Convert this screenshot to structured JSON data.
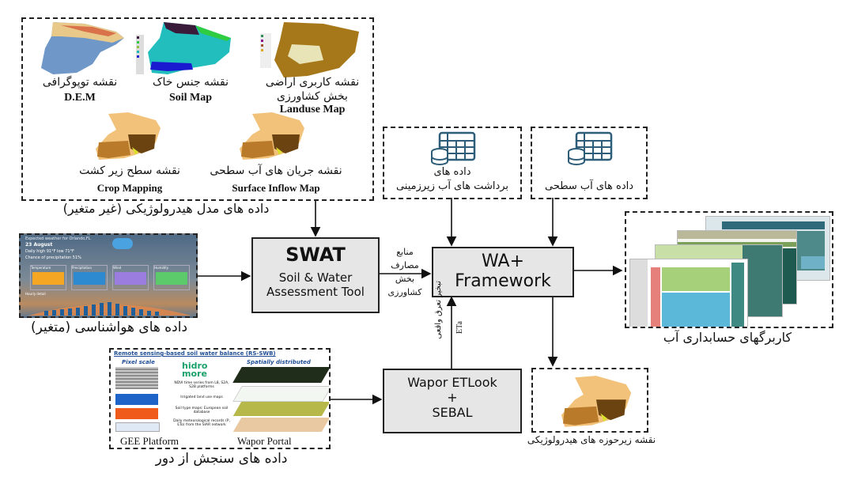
{
  "hydro_inputs": {
    "group_label": "داده های مدل هیدرولوژیکی (غیر متغیر)",
    "maps": [
      {
        "fa": "نقشه توپوگرافی",
        "en": "D.E.M"
      },
      {
        "fa": "نقشه جنس خاک",
        "en": "Soil Map"
      },
      {
        "fa": "نقشه کاربری اراضی",
        "fa2": "بخش کشاورزی",
        "en": "Landuse Map"
      },
      {
        "fa": "نقشه سطح زیر کشت",
        "en": "Crop Mapping"
      },
      {
        "fa": "نقشه جریان های آب سطحی",
        "en": "Surface Inflow Map"
      }
    ]
  },
  "groundwater_data": {
    "line1": "داده های",
    "line2": "برداشت های آب زیرزمینی",
    "icon": "database-table-icon"
  },
  "surface_water_data": {
    "label": "داده های آب سطحی",
    "icon": "database-table-icon"
  },
  "meteo": {
    "label": "داده های هواشناسی (متغیر)",
    "panel": {
      "line1": "Expected weather for Orlando,FL",
      "date": "23 August",
      "high_low": "Daily high 91°F  low 71°F",
      "precip": "Chance of precipitation 51%",
      "cards": [
        "Temperature",
        "Precipitation",
        "Wind",
        "Humidity"
      ],
      "hourly": "Hourly detail"
    }
  },
  "swat": {
    "title": "SWAT",
    "line1": "Soil & Water",
    "line2": "Assessment Tool"
  },
  "swat_to_wa_label": [
    "منابع",
    "مصارف",
    "بخش",
    "کشاورزی"
  ],
  "wa": {
    "line1": "WA+",
    "line2": "Framework"
  },
  "eta_label": {
    "fa": "تبخیر تعرق واقعی",
    "en": "ETa"
  },
  "remote_sensing": {
    "label": "داده های سنجش از دور",
    "panel": {
      "title": "Remote sensing-based soil water balance (RS-SWB)",
      "left_head": "Pixel scale",
      "right_head": "Spatially distributed",
      "logo": "hidro more",
      "notes": [
        "NDVI time series from L8, S2A, S2B platforms",
        "Irrigated land use maps",
        "Soil type maps: European soil database",
        "Daily meteorological records (P, ETo) from the SIAR network"
      ],
      "left_caption": "GEE Platform",
      "right_caption": "Wapor Portal"
    }
  },
  "wapor": {
    "line1": "Wapor ETLook",
    "line2": "+",
    "line3": "SEBAL"
  },
  "subbasin_map": {
    "label": "نقشه زیرحوزه های هیدرولوژیکی"
  },
  "accounting": {
    "label": "کاربرگهای حسابداری آب"
  }
}
